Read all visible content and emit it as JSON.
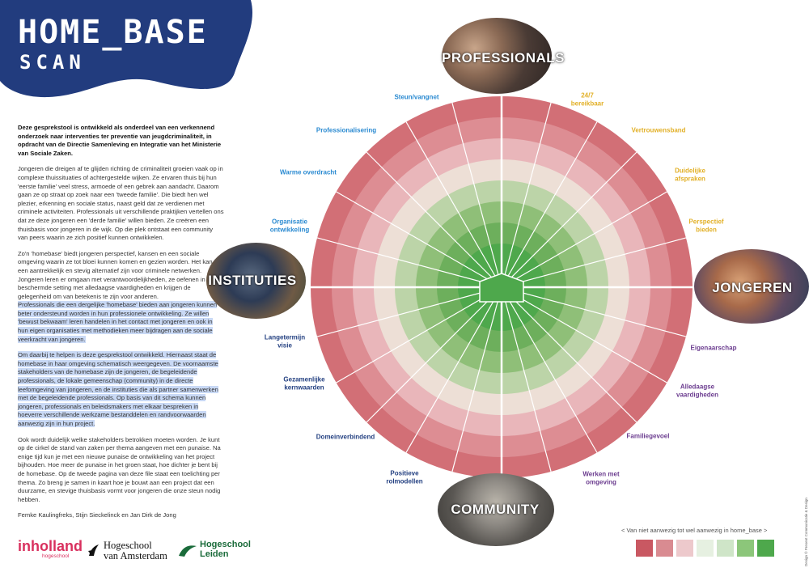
{
  "title": {
    "main": "HOME_BASE",
    "sub": "SCAN"
  },
  "colors": {
    "navy": "#223c7e",
    "red": "#d26f76",
    "green": "#4ea84c"
  },
  "intro": "Deze gesprekstool is ontwikkeld als onderdeel van een verkennend onderzoek naar interventies ter preventie van jeugdcriminaliteit, in opdracht van de Directie Samenleving en Integratie van het Ministerie van Sociale Zaken.",
  "paragraphs": [
    "Jongeren die dreigen af te glijden richting de criminaliteit groeien vaak op in complexe thuissituaties of achtergestelde wijken. Ze ervaren thuis bij hun 'eerste familie' veel stress, armoede of een gebrek aan aandacht. Daarom gaan ze op straat op zoek naar een 'tweede familie'. Die biedt hen wel plezier, erkenning en sociale status, naast geld dat ze verdienen met criminele activiteiten. Professionals uit verschillende praktijken vertellen ons dat ze deze jongeren een 'derde familie' willen bieden. Ze creëren een thuisbasis voor jongeren in de wijk. Op die plek ontstaat een community van peers waarin ze zich positief kunnen ontwikkelen.",
    "Zo'n 'homebase' biedt jongeren perspectief, kansen en een sociale omgeving waarin ze tot bloei kunnen komen en gezien worden. Het kan een aantrekkelijk en stevig alternatief zijn voor criminele netwerken. Jongeren leren er omgaan met verantwoordelijkheden, ze oefenen in een beschermde setting met alledaagse vaardigheden en krijgen de gelegenheid om van betekenis te zijn voor anderen.",
    "Professionals die een dergelijke 'homebase' bieden aan jongeren kunnen beter ondersteund worden in hun professionele ontwikkeling. Ze willen 'bewust bekwaam' leren handelen in het contact met jongeren en ook in hun eigen organisaties met methodieken meer bijdragen aan de sociale veerkracht van jongeren.",
    "Om daarbij te helpen is deze gesprekstool ontwikkeld. Hiernaast staat de homebase in haar omgeving schematisch weergegeven. De voornaamste stakeholders van de homebase zijn de jongeren, de begeleidende professionals, de lokale gemeenschap (community) in de directe leefomgeving van jongeren, en de instituties die als partner samenwerken met de begeleidende professionals. Op basis van dit schema kunnen jongeren, professionals en beleidsmakers met elkaar bespreken in hoeverre verschillende werkzame bestanddelen en randvoorwaarden aanwezig zijn in hun project.",
    "Ook wordt duidelijk welke stakeholders betrokken moeten worden. Je kunt op de cirkel de stand van zaken per thema aangeven met een punaise. Na enige tijd kun je met een nieuwe punaise de ontwikkeling van het project bijhouden. Hoe meer de punaise in het groen staat, hoe dichter je bent bij de homebase. Op de tweede pagina van deze file staat een toelichting per thema. Zo breng je samen in kaart hoe je bouwt aan een project dat een duurzame, en stevige thuisbasis vormt voor jongeren die onze steun nodig hebben.",
    "Femke Kaulingfreks, Stijn Sieckelinck en Jan Dirk de Jong"
  ],
  "logos": {
    "inholland": "inholland",
    "inholland_sub": "hogeschool",
    "hva_line1": "Hogeschool",
    "hva_line2": "van Amsterdam",
    "leiden_line1": "Hogeschool",
    "leiden_line2": "Leiden"
  },
  "stakeholders": {
    "professionals": "PROFESSIONALS",
    "jongeren": "JONGEREN",
    "community": "COMMUNITY",
    "instituties": "INSTITUTIES"
  },
  "themes": {
    "steun": "Steun/vangnet",
    "professionalisering": "Professionalisering",
    "warme": "Warme overdracht",
    "organisatie_1": "Organisatie",
    "organisatie_2": "ontwikkeling",
    "bereikbaar_1": "24/7",
    "bereikbaar_2": "bereikbaar",
    "vertrouwensband": "Vertrouwensband",
    "afspraken_1": "Duidelijke",
    "afspraken_2": "afspraken",
    "perspectief_1": "Perspectief",
    "perspectief_2": "bieden",
    "eigenaarschap": "Eigenaarschap",
    "vaardigheden_1": "Alledaagse",
    "vaardigheden_2": "vaardigheden",
    "familiegevoel": "Familiegevoel",
    "omgeving_1": "Werken met",
    "omgeving_2": "omgeving",
    "visie_1": "Langetermijn",
    "visie_2": "visie",
    "kernwaarden_1": "Gezamenlijke",
    "kernwaarden_2": "kernwaarden",
    "domein": "Domeinverbindend",
    "rolmodellen_1": "Positieve",
    "rolmodellen_2": "rolmodellen"
  },
  "wheel_rings": [
    "#d26f76",
    "#dd8d93",
    "#e9b6ba",
    "#eddfd6",
    "#bcd4a8",
    "#8fbf78",
    "#6daf5c",
    "#4ea84c"
  ],
  "legend": {
    "caption": "< Van niet aanwezig tot wel aanwezig in home_base >",
    "colors": [
      "#c95862",
      "#d98b91",
      "#edc9cc",
      "#e6f0e1",
      "#cfe5c8",
      "#8cc67a",
      "#4ea84c"
    ]
  },
  "credit": "Design © Present Communicatie & Design"
}
